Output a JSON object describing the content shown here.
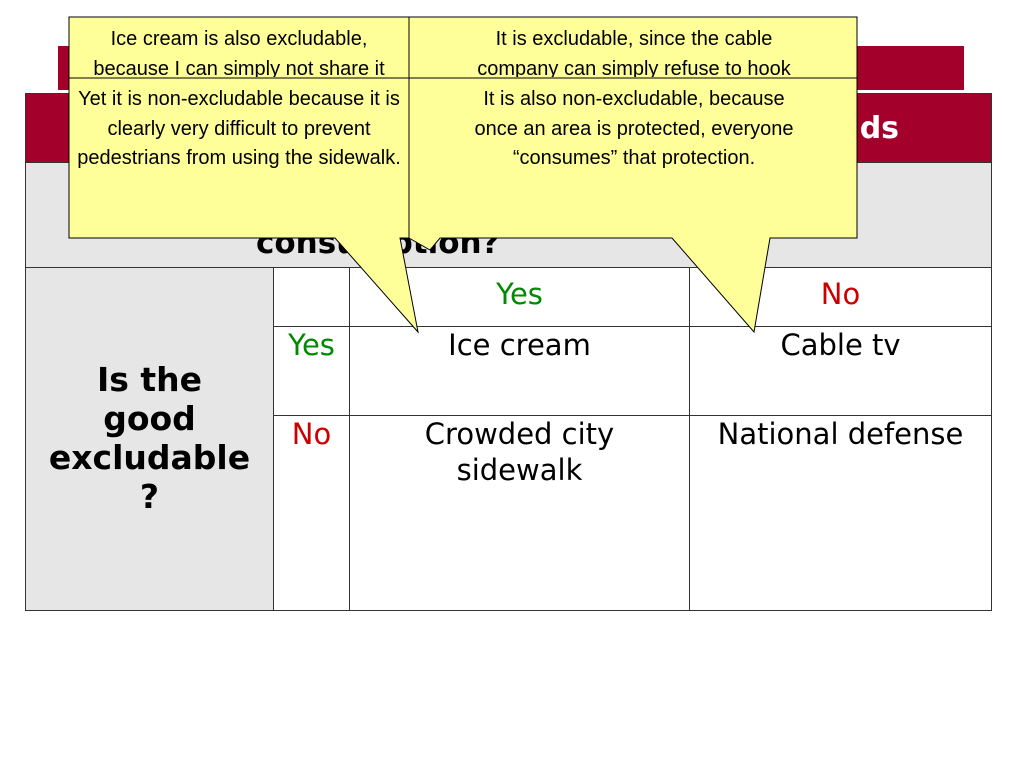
{
  "title_fragment": "ds",
  "question_rival": "consumption?",
  "question_excludable": [
    "Is the",
    "good",
    "excludable",
    "?"
  ],
  "column_headers": {
    "yes": "Yes",
    "no": "No"
  },
  "row_headers": {
    "yes": "Yes",
    "no": "No"
  },
  "cells": {
    "yes_yes": "Ice cream",
    "yes_no": "Cable tv",
    "no_yes": [
      "Crowded city",
      "sidewalk"
    ],
    "no_no": "National defense"
  },
  "callouts": {
    "ice_cream_top": [
      "Ice cream is also excludable,",
      "because I can simply not share it"
    ],
    "sidewalk_bottom": [
      "Yet it is non-excludable because it is",
      "clearly very difficult to prevent",
      "pedestrians from using the sidewalk."
    ],
    "cable_top": [
      "It is excludable, since the cable",
      "company can simply refuse to hook"
    ],
    "defense_bottom": [
      "It is also non-excludable, because",
      "once an area is protected, everyone",
      "“consumes” that protection."
    ]
  },
  "colors": {
    "header_bg": "#A3002B",
    "gray_bg": "#E6E6E6",
    "callout_bg": "#FFFF99",
    "yes_color": "#008A00",
    "no_color": "#CC0000"
  }
}
